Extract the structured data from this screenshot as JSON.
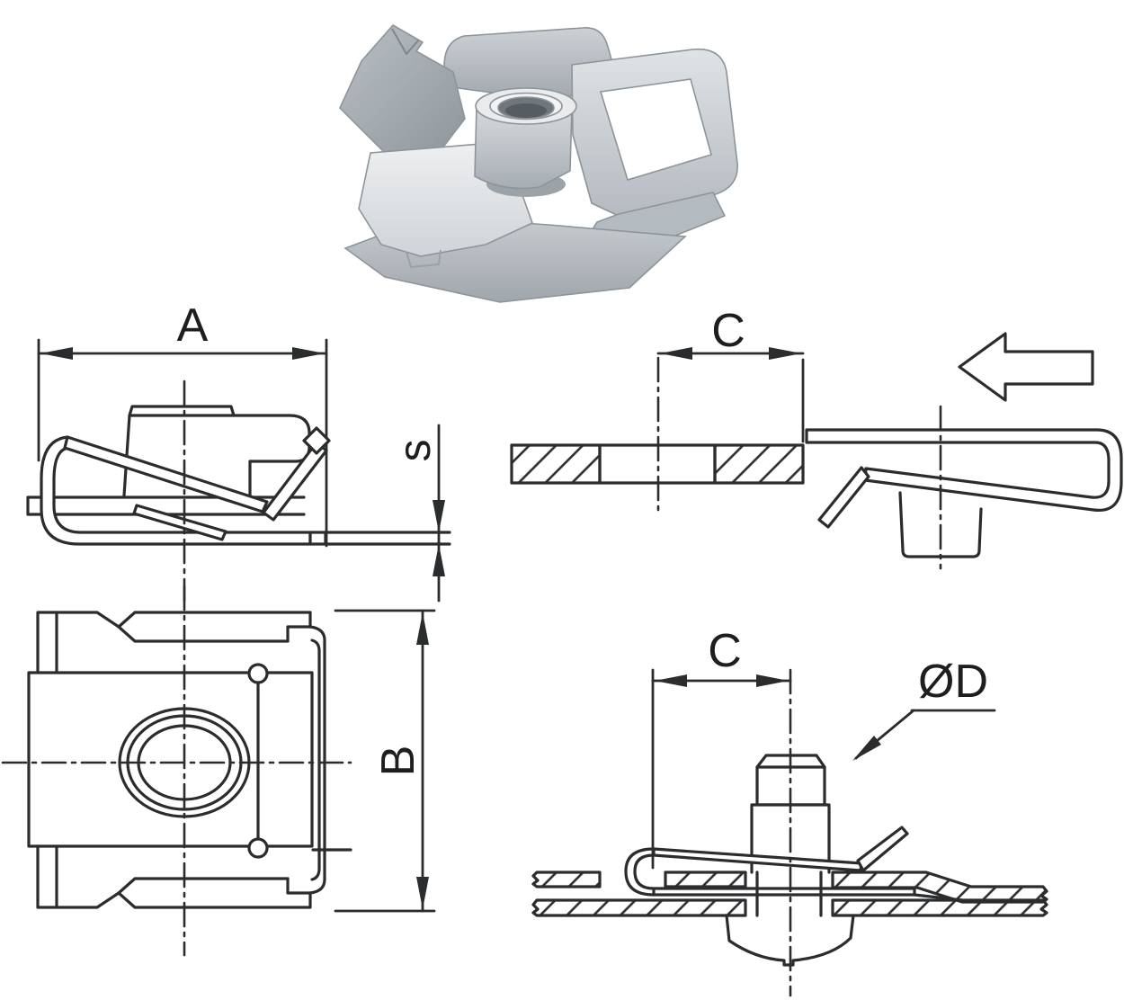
{
  "drawing": {
    "title": "spring cage nut technical drawing",
    "labels": {
      "a": "A",
      "s": "s",
      "c_top": "C",
      "b": "B",
      "c_bottom": "C",
      "d": "ØD"
    },
    "colors": {
      "line": "#2a2c2e",
      "metal_light": "#e8eaec",
      "metal_mid": "#c3c8cc",
      "metal_dark": "#9ba2a8"
    }
  }
}
